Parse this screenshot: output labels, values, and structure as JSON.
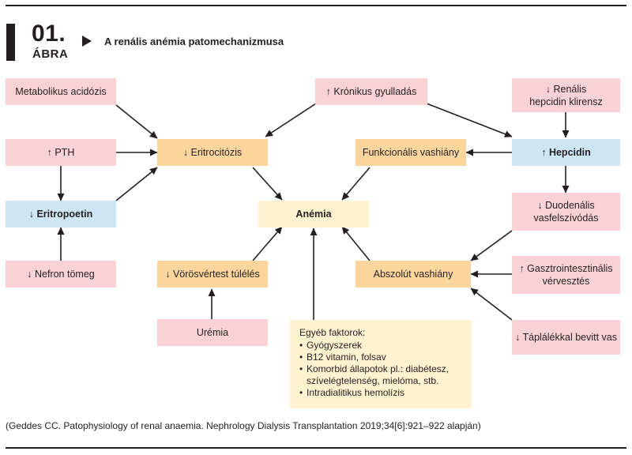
{
  "header": {
    "number": "01.",
    "word": "ÁBRA",
    "title": "A renális anémia patomechanizmusa"
  },
  "nodes": {
    "metabolikus": "Metabolikus acidózis",
    "pth": "↑ PTH",
    "eritropoetin": "↓ Eritropoetin",
    "nefron": "↓ Nefron tömeg",
    "eritrocitozis": "↓ Eritrocitózis",
    "kronikus": "↑ Krónikus gyulladás",
    "renalis_line1": "↓ Renális",
    "renalis_line2": "hepcidin klirensz",
    "hepcidin": "↑ Hepcidin",
    "funkcionalis": "Funkcionális vashiány",
    "anemia": "Anémia",
    "duodenalis_line1": "↓ Duodenális",
    "duodenalis_line2": "vasfelszívódás",
    "gasztro_line1": "↑ Gasztrointesztinális",
    "gasztro_line2": "vérvesztés",
    "taplalek": "↓ Táplálékkal bevitt vas",
    "abszolut": "Abszolút vashiány",
    "vorosvertest": "↓ Vörösvértest túlélés",
    "uremia": "Urémia"
  },
  "other_factors": {
    "heading": "Egyéb faktorok:",
    "items": [
      "Gyógyszerek",
      "B12 vitamin, folsav",
      "Komorbid állapotok pl.: diabétesz, szívelégtelenség, mielóma, stb.",
      "Intradialitikus hemolízis"
    ]
  },
  "source": "(Geddes CC. Patophysiology of renal anaemia. Nephrology Dialysis Transplantation 2019;34[6]:921–922 alapján)",
  "colors": {
    "pink": "#f9d2d6",
    "orange": "#fcd59d",
    "blue": "#cde6f5",
    "cream": "#fff2d1",
    "ink": "#231f20"
  }
}
